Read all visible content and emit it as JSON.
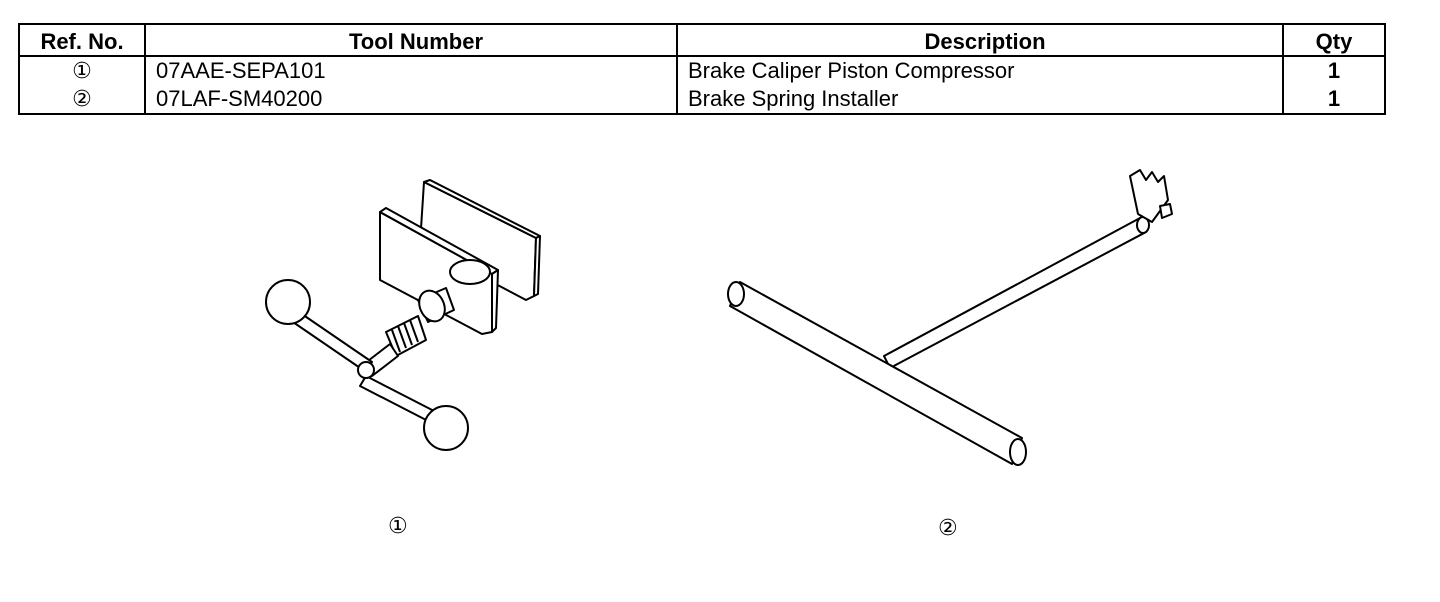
{
  "table": {
    "headers": {
      "ref_no": "Ref. No.",
      "tool_number": "Tool Number",
      "description": "Description",
      "qty": "Qty"
    },
    "rows": [
      {
        "ref": "①",
        "tool_number": "07AAE-SEPA101",
        "description": "Brake Caliper Piston Compressor",
        "qty": "1"
      },
      {
        "ref": "②",
        "tool_number": "07LAF-SM40200",
        "description": "Brake Spring Installer",
        "qty": "1"
      }
    ]
  },
  "figures": [
    {
      "label": "①",
      "icon": "piston-compressor-drawing"
    },
    {
      "label": "②",
      "icon": "spring-installer-drawing"
    }
  ]
}
